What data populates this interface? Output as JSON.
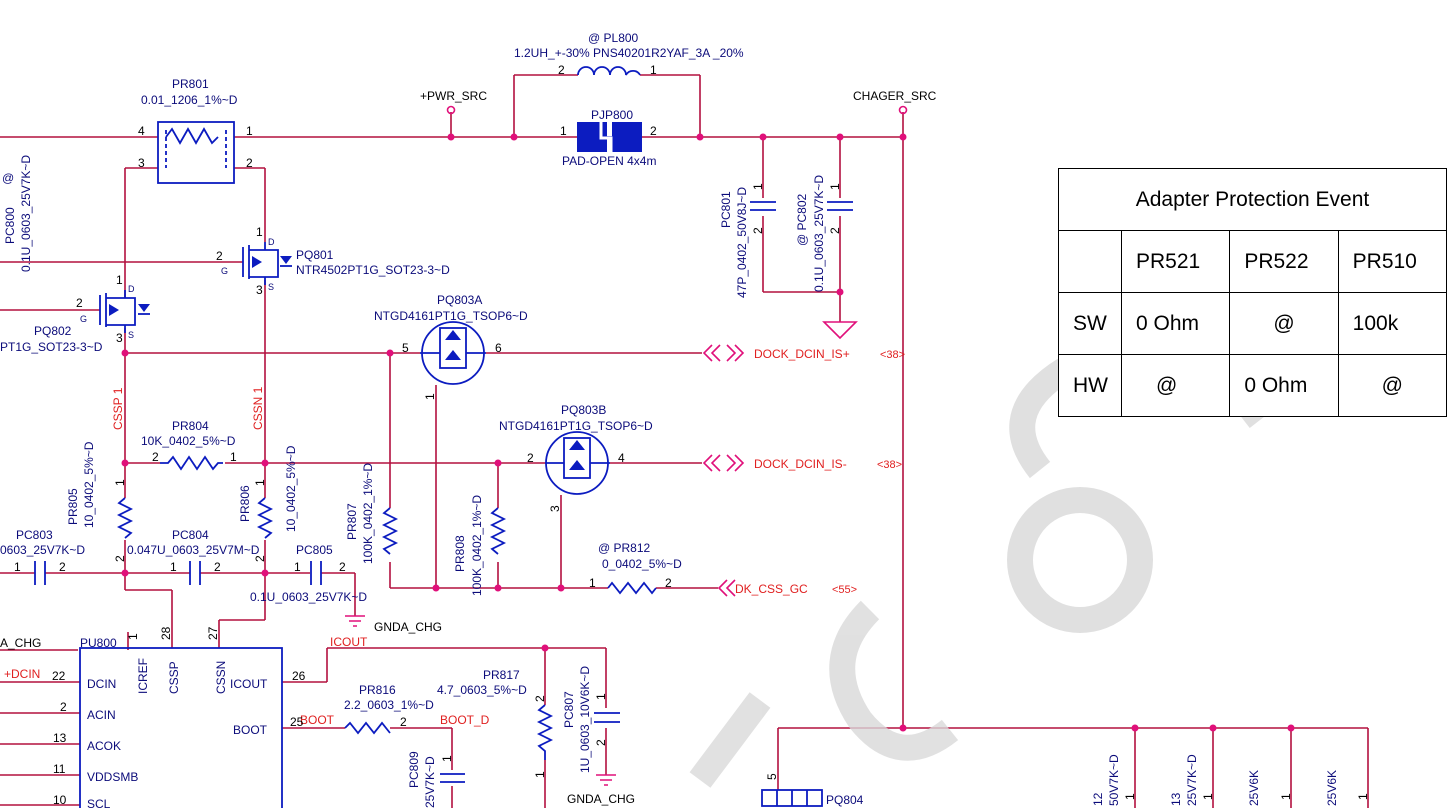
{
  "labels": {
    "pl800_ref": "@   PL800",
    "pl800_val": "1.2UH_+-30% PNS40201R2YAF_3A _20%",
    "pr801_ref": "PR801",
    "pr801_val": "0.01_1206_1%~D",
    "pwr_src": "+PWR_SRC",
    "chager_src": "CHAGER_SRC",
    "pjp800_ref": "PJP800",
    "pjp800_val": "PAD-OPEN 4x4m",
    "pc800_at": "@",
    "pc800_ref": "PC800",
    "pc800_val": "0.1U_0603_25V7K~D",
    "pq801_ref": "PQ801",
    "pq801_val": "NTR4502PT1G_SOT23-3~D",
    "pq802_ref": "PQ802",
    "pq802_val": "PT1G_SOT23-3~D",
    "pc801_ref": "PC801",
    "pc801_val": "47P_0402_50V8J~D",
    "pc802_ref": "@ PC802",
    "pc802_val": "0.1U_0603_25V7K~D",
    "pq803a_ref": "PQ803A",
    "pq803a_val": "NTGD4161PT1G_TSOP6~D",
    "pq803b_ref": "PQ803B",
    "pq803b_val": "NTGD4161PT1G_TSOP6~D",
    "dock_is_plus": "DOCK_DCIN_IS+",
    "dock_is_minus": "DOCK_DCIN_IS-",
    "ref38a": "<38>",
    "ref38b": "<38>",
    "cssp1": "CSSP 1",
    "cssn1": "CSSN 1",
    "pr804_ref": "PR804",
    "pr804_val": "10K_0402_5%~D",
    "pr805_ref": "PR805",
    "pr805_val": "10_0402_5%~D",
    "pr806_ref": "PR806",
    "pr806_val": "10_0402_5%~D",
    "pr807_ref": "PR807",
    "pr807_val": "100K_0402_1%~D",
    "pr808_ref": "PR808",
    "pr808_val": "100K_0402_1%~D",
    "pr812_ref": "@ PR812",
    "pr812_val": "0_0402_5%~D",
    "dk_css_gc": "DK_CSS_GC",
    "ref55": "<55>",
    "pc803_ref": "PC803",
    "pc803_val": "0603_25V7K~D",
    "pc804_ref": "PC804",
    "pc804_val": "0.047U_0603_25V7M~D",
    "pc805_ref": "PC805",
    "pc805_val": "0.1U_0603_25V7K~D",
    "gnda_chg_1": "GNDA_CHG",
    "gnda_chg_2": "GNDA_CHG",
    "a_chg": "A_CHG",
    "pu800": "PU800",
    "dcin_net": "+DCIN",
    "icout_net": "ICOUT",
    "boot_net": "BOOT",
    "boot_d_net": "BOOT_D",
    "pr816_ref": "PR816",
    "pr816_val": "2.2_0603_1%~D",
    "pr817_ref": "PR817",
    "pr817_val": "4.7_0603_5%~D",
    "pc807_ref": "PC807",
    "pc807_val": "1U_0603_10V6K~D",
    "pc809_ref": "PC809",
    "pc809_val": "25V7K~D",
    "pq804_ref": "PQ804",
    "bot1": "12",
    "bot1b": "50V7K~D",
    "bot2": "13",
    "bot2b": "25V7K~D",
    "bot3": "25V6K",
    "bot4": "25V6K",
    "pins": {
      "dcin": "DCIN",
      "acin": "ACIN",
      "acok": "ACOK",
      "vddsmb": "VDDSMB",
      "scl": "SCL",
      "icref": "ICREF",
      "cssp": "CSSP",
      "cssn": "CSSN",
      "icout": "ICOUT",
      "boot": "BOOT",
      "p22": "22",
      "p2": "2",
      "p13": "13",
      "p11": "11",
      "p10": "10",
      "p1": "1",
      "p28": "28",
      "p27": "27",
      "p26": "26",
      "p25": "25"
    }
  },
  "table": {
    "title": "Adapter Protection Event",
    "headers": [
      "",
      "PR521",
      "PR522",
      "PR510"
    ],
    "rows": [
      [
        "SW",
        "0 Ohm",
        "@",
        "100k"
      ],
      [
        "HW",
        "@",
        "0 Ohm",
        "@"
      ]
    ]
  },
  "colors": {
    "wire": "#b3103f",
    "component": "#0c1cc0",
    "text": "#0b0b7a",
    "net_label": "#e02020",
    "junction": "#e0107a"
  }
}
